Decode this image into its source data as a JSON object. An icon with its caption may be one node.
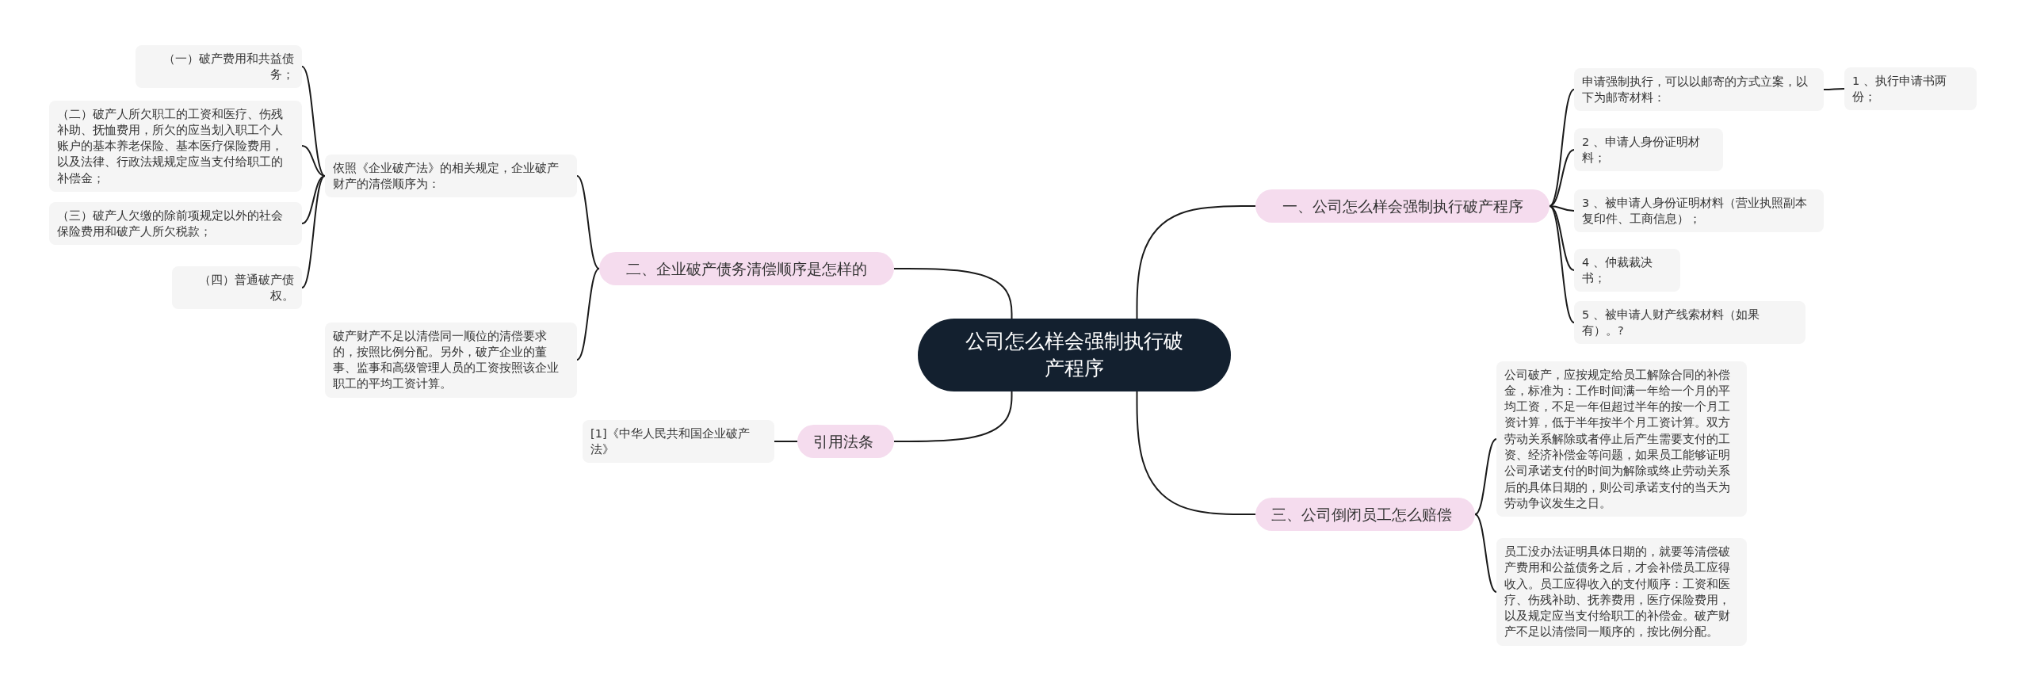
{
  "diagram": {
    "nodes": [
      {
        "text": [
          "公司怎么样会强制执行破产程序"
        ]
      },
      {
        "text": [
          "一、公司怎么样会强制执行破产程序"
        ]
      },
      {
        "text": [
          "申请强制执行，可以以邮寄的方式立案，以下为邮寄材料："
        ]
      },
      {
        "text": [
          "1 、执行申请书两份；"
        ]
      },
      {
        "text": [
          "2 、申请人身份证明材料；"
        ]
      },
      {
        "text": [
          "3 、被申请人身份证明材料（营业执照副本复印件、工商信息）；"
        ]
      },
      {
        "text": [
          "4 、仲裁裁决书；"
        ]
      },
      {
        "text": [
          "5 、被申请人财产线索材料（如果有）。?"
        ]
      },
      {
        "text": [
          "二、企业破产债务清偿顺序是怎样的"
        ]
      },
      {
        "text": [
          "依照《企业破产法》的相关规定，企业破产财产的清偿顺序为："
        ]
      },
      {
        "text": [
          "（一）破产费用和共益债务；"
        ]
      },
      {
        "text": [
          "（二）破产人所欠职工的工资和医疗、伤残补助、抚恤费用，所欠的应当划入职工个人账户的基本养老保险、基本医疗保险费用，以及法律、行政法规规定应当支付给职工的补偿金；"
        ]
      },
      {
        "text": [
          "（三）破产人欠缴的除前项规定以外的社会保险费用和破产人所欠税款；"
        ]
      },
      {
        "text": [
          "（四）普通破产债权。"
        ]
      },
      {
        "text": [
          "破产财产不足以清偿同一顺位的清偿要求的，按照比例分配。另外，破产企业的董事、监事和高级管理人员的工资按照该企业职工的平均工资计算。"
        ]
      },
      {
        "text": [
          "引用法条"
        ]
      },
      {
        "text": [
          "[1]《中华人民共和国企业破产法》"
        ]
      },
      {
        "text": [
          "三、公司倒闭员工怎么赔偿"
        ]
      },
      {
        "text": [
          "公司破产，应按规定给员工解除合同的补偿金，标准为：工作时间满一年给一个月的平均工资，不足一年但超过半年的按一个月工资计算，低于半年按半个月工资计算。双方劳动关系解除或者停止后产生需要支付的工资、经济补偿金等问题，如果员工能够证明公司承诺支付的时间为解除或终止劳动关系后的具体日期的，则公司承诺支付的当天为劳动争议发生之日。"
        ]
      },
      {
        "text": [
          "员工没办法证明具体日期的，就要等清偿破产费用和公益债务之后，才会补偿员工应得收入。员工应得收入的支付顺序：工资和医疗、伤残补助、抚养费用，医疗保险费用，以及规定应当支付给职工的补偿金。破产财产不足以清偿同一顺序的，按比例分配。"
        ]
      }
    ],
    "edges": [
      {
        "from": 0,
        "to": 1,
        "arrow": "none"
      },
      {
        "from": 1,
        "to": 2,
        "arrow": "none"
      },
      {
        "from": 2,
        "to": 3,
        "arrow": "none"
      },
      {
        "from": 1,
        "to": 4,
        "arrow": "none"
      },
      {
        "from": 1,
        "to": 5,
        "arrow": "none"
      },
      {
        "from": 1,
        "to": 6,
        "arrow": "none"
      },
      {
        "from": 1,
        "to": 7,
        "arrow": "none"
      },
      {
        "from": 0,
        "to": 8,
        "arrow": "none"
      },
      {
        "from": 8,
        "to": 9,
        "arrow": "none"
      },
      {
        "from": 9,
        "to": 10,
        "arrow": "none"
      },
      {
        "from": 9,
        "to": 11,
        "arrow": "none"
      },
      {
        "from": 9,
        "to": 12,
        "arrow": "none"
      },
      {
        "from": 9,
        "to": 13,
        "arrow": "none"
      },
      {
        "from": 8,
        "to": 14,
        "arrow": "none"
      },
      {
        "from": 0,
        "to": 15,
        "arrow": "none"
      },
      {
        "from": 15,
        "to": 16,
        "arrow": "none"
      },
      {
        "from": 0,
        "to": 17,
        "arrow": "none"
      },
      {
        "from": 17,
        "to": 18,
        "arrow": "none"
      },
      {
        "from": 17,
        "to": 19,
        "arrow": "none"
      }
    ]
  }
}
